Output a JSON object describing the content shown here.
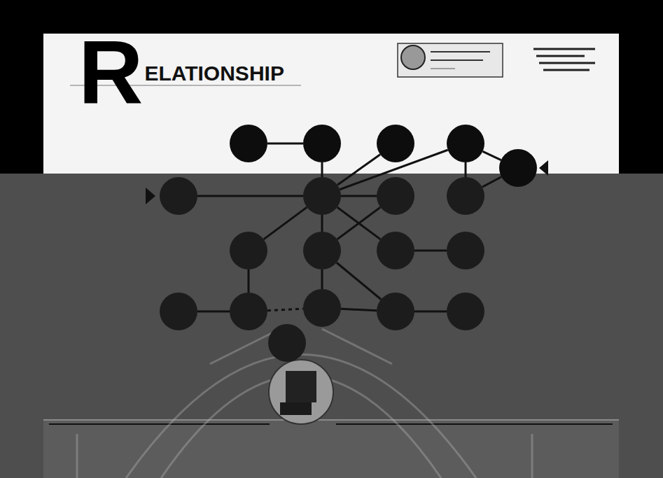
{
  "diagram": {
    "title": "RELATIONSHIP",
    "nodes": [
      {
        "text": []
      },
      {
        "text": []
      },
      {
        "text": []
      },
      {
        "text": []
      },
      {
        "text": []
      },
      {
        "text": []
      },
      {
        "text": []
      },
      {
        "text": []
      },
      {
        "text": []
      },
      {
        "text": []
      },
      {
        "text": []
      },
      {
        "text": []
      },
      {
        "text": []
      },
      {
        "text": []
      },
      {
        "text": []
      },
      {
        "text": []
      },
      {
        "text": []
      },
      {
        "text": []
      },
      {
        "text": []
      }
    ],
    "edges": [
      {
        "from": 0,
        "to": 1,
        "arrow": "none"
      },
      {
        "from": 1,
        "to": 6,
        "arrow": "none"
      },
      {
        "from": 2,
        "to": 6,
        "arrow": "none"
      },
      {
        "from": 6,
        "to": 3,
        "arrow": "none"
      },
      {
        "from": 3,
        "to": 8,
        "arrow": "none"
      },
      {
        "from": 3,
        "to": 4,
        "arrow": "none"
      },
      {
        "from": 4,
        "to": 8,
        "arrow": "none"
      },
      {
        "from": 5,
        "to": 6,
        "arrow": "none"
      },
      {
        "from": 6,
        "to": 7,
        "arrow": "none"
      },
      {
        "from": 6,
        "to": 9,
        "arrow": "none"
      },
      {
        "from": 6,
        "to": 10,
        "arrow": "none"
      },
      {
        "from": 6,
        "to": 11,
        "arrow": "none"
      },
      {
        "from": 7,
        "to": 10,
        "arrow": "none"
      },
      {
        "from": 11,
        "to": 12,
        "arrow": "none"
      },
      {
        "from": 9,
        "to": 14,
        "arrow": "none"
      },
      {
        "from": 13,
        "to": 14,
        "arrow": "none"
      },
      {
        "from": 14,
        "to": 15,
        "arrow": "none"
      },
      {
        "from": 10,
        "to": 15,
        "arrow": "none"
      },
      {
        "from": 10,
        "to": 16,
        "arrow": "none"
      },
      {
        "from": 15,
        "to": 16,
        "arrow": "none"
      },
      {
        "from": 16,
        "to": 17,
        "arrow": "none"
      }
    ]
  }
}
